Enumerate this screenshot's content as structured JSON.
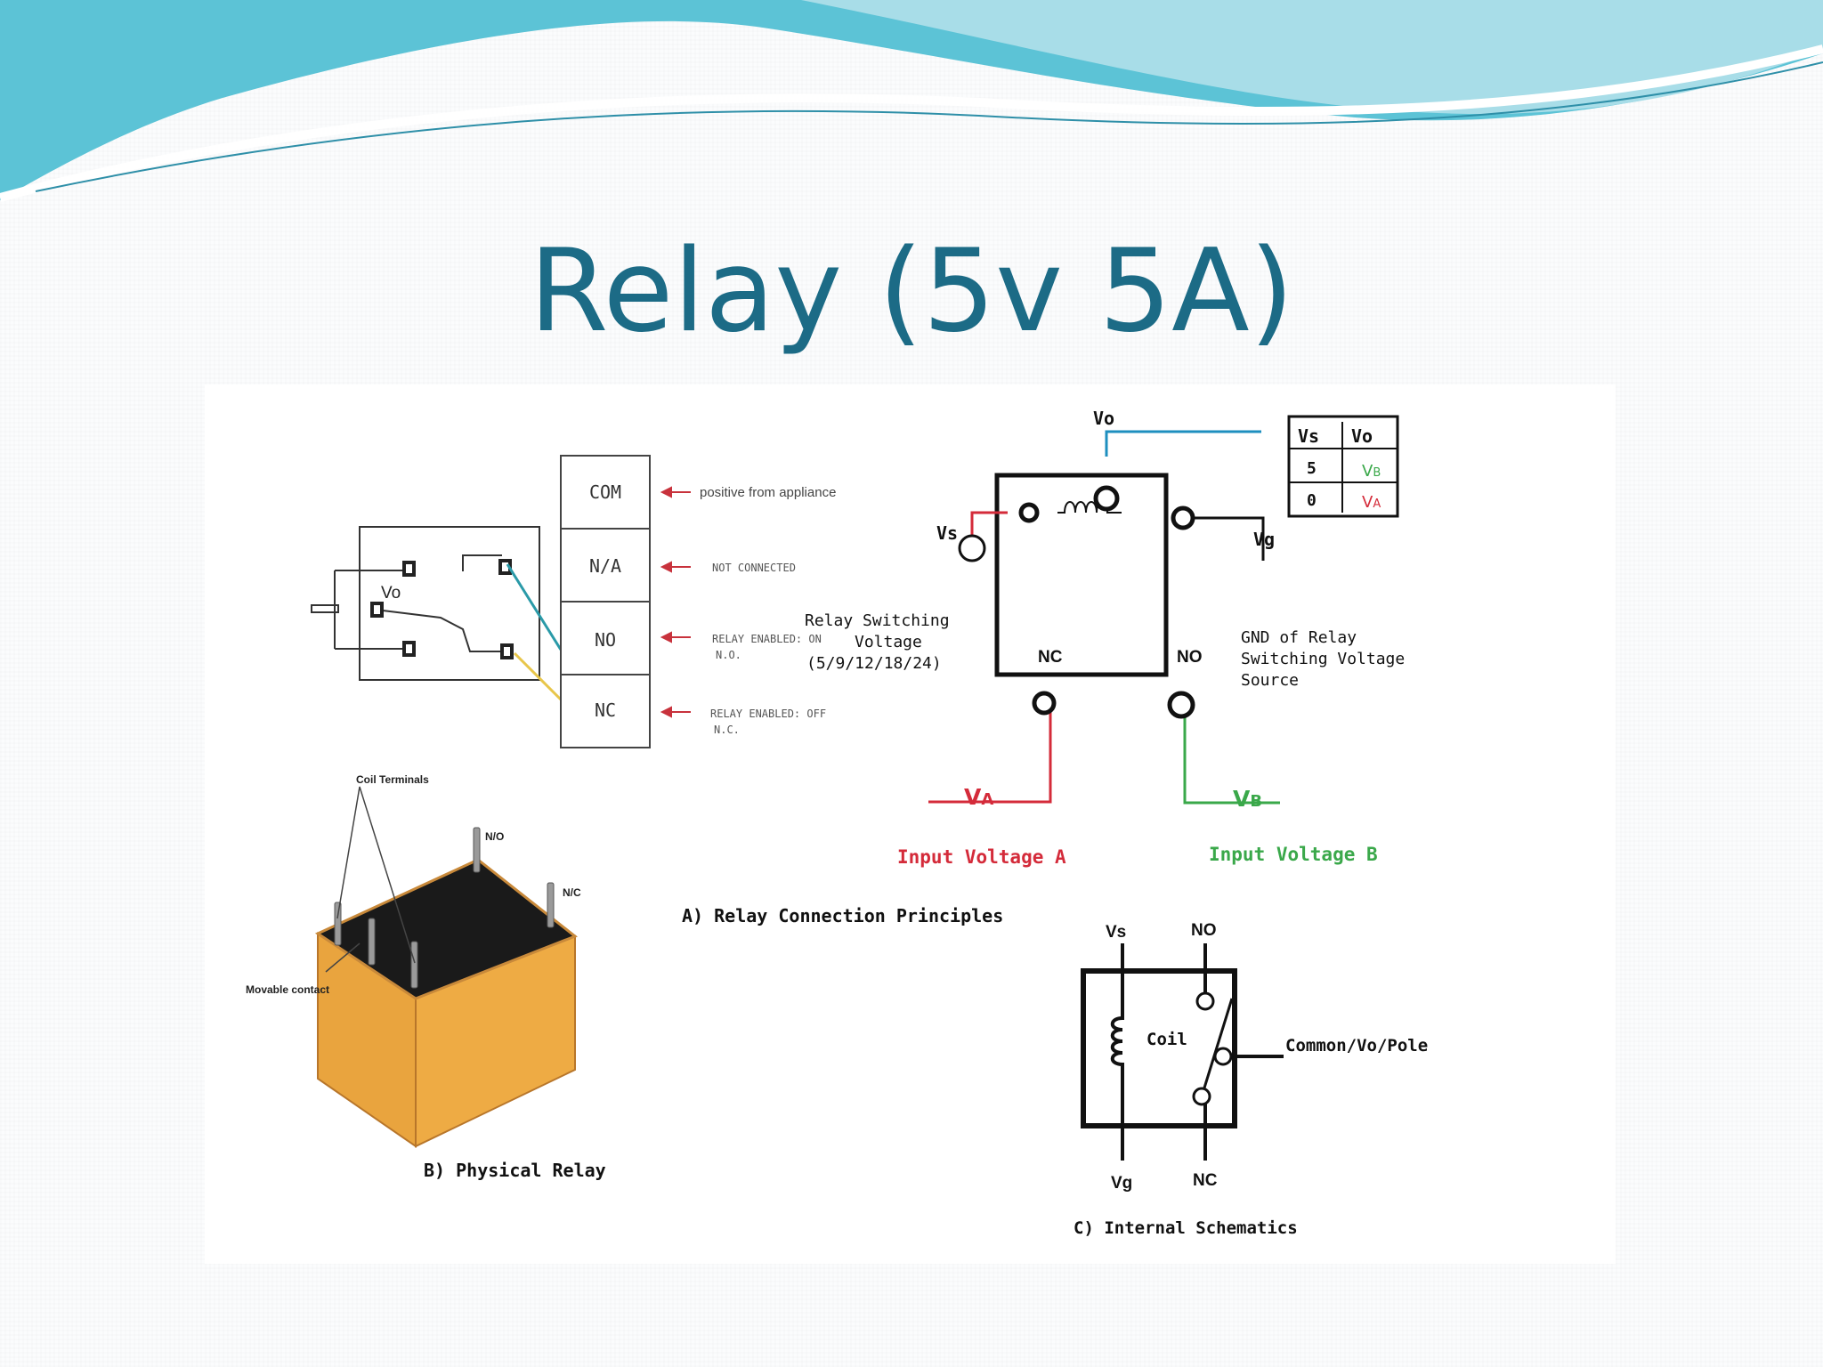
{
  "slide": {
    "title": "Relay (5v 5A)"
  },
  "colors": {
    "title": "#1c6b86",
    "wave_teal": "#5cc3d6",
    "wave_light": "#a8dde8",
    "red_line": "#d42b3a",
    "green_line": "#3aa84a",
    "blue_line": "#1e8fbf",
    "relay_orange": "#eeab44",
    "relay_black": "#1a1a1a"
  },
  "diagram_a": {
    "caption": "A) Relay Connection Principles",
    "terminals": [
      "COM",
      "N/A",
      "NO",
      "NC"
    ],
    "arrow_notes": {
      "com": "positive from appliance",
      "na": "NOT CONNECTED",
      "no_line1": "RELAY ENABLED: ON",
      "no_line2": "N.O.",
      "nc_line1": "RELAY ENABLED: OFF",
      "nc_line2": "N.C."
    },
    "small_relay_label": "Vo",
    "label_vo": "Vo",
    "label_vs": "Vs",
    "label_vg": "Vg",
    "label_nc": "NC",
    "label_no": "NO",
    "switching_voltage": [
      "Relay Switching",
      "Voltage",
      "(5/9/12/18/24)"
    ],
    "gnd_note": [
      "GND of Relay",
      "Switching Voltage",
      "Source"
    ],
    "va_symbol": "V",
    "va_sub": "A",
    "vb_symbol": "V",
    "vb_sub": "B",
    "input_a": "Input Voltage A",
    "input_b": "Input Voltage B",
    "truth_table": {
      "headers": [
        "Vs",
        "Vo"
      ],
      "rows": [
        {
          "vs": "5",
          "vo_main": "V",
          "vo_sub": "B"
        },
        {
          "vs": "0",
          "vo_main": "V",
          "vo_sub": "A"
        }
      ]
    }
  },
  "diagram_b": {
    "caption": "B) Physical Relay",
    "coil_terminals": "Coil Terminals",
    "no_pin": "N/O",
    "nc_pin": "N/C",
    "movable_contact": "Movable contact"
  },
  "diagram_c": {
    "caption": "C) Internal Schematics",
    "vs": "Vs",
    "no": "NO",
    "coil": "Coil",
    "common": "Common/Vo/Pole",
    "vg": "Vg",
    "nc": "NC"
  }
}
